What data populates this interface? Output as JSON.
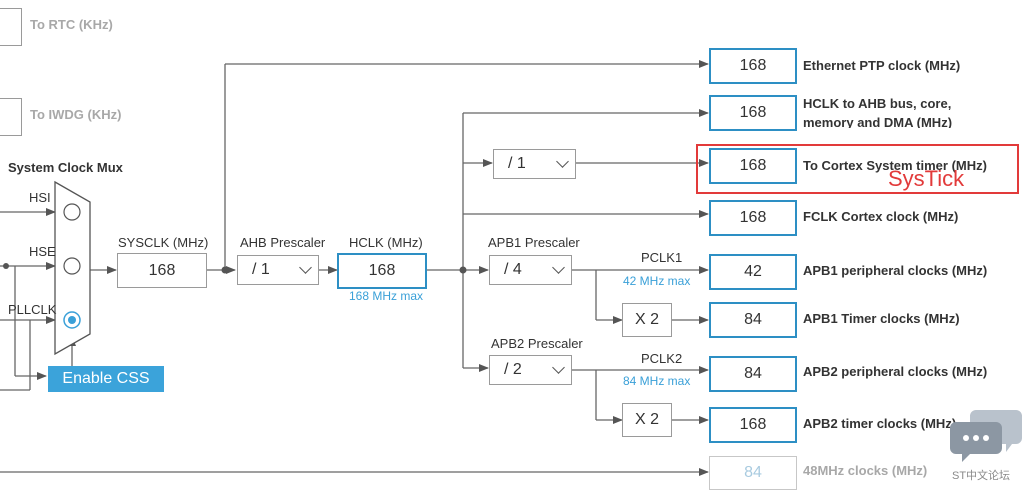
{
  "top_partial": {
    "rtc_label": "To RTC (KHz)",
    "iwdg_label": "To IWDG (KHz)"
  },
  "mux": {
    "title": "System Clock Mux",
    "inputs": [
      "HSI",
      "HSE",
      "PLLCLK"
    ],
    "selected": "PLLCLK",
    "css_button": "Enable CSS"
  },
  "sysclk": {
    "label": "SYSCLK (MHz)",
    "value": "168"
  },
  "ahb": {
    "label": "AHB Prescaler",
    "value": "/ 1"
  },
  "hclk": {
    "label": "HCLK (MHz)",
    "value": "168",
    "note": "168 MHz max"
  },
  "cortex_prescaler": {
    "value": "/ 1"
  },
  "apb1": {
    "label": "APB1 Prescaler",
    "value": "/ 4",
    "pclk_label": "PCLK1",
    "pclk_note": "42 MHz max",
    "multiplier": "X 2"
  },
  "apb2": {
    "label": "APB2 Prescaler",
    "value": "/ 2",
    "pclk_label": "PCLK2",
    "pclk_note": "84 MHz max",
    "multiplier": "X 2"
  },
  "outputs": [
    {
      "value": "168",
      "label": "Ethernet PTP clock (MHz)"
    },
    {
      "value": "168",
      "label_line1": "HCLK to AHB bus, core,",
      "label_line2": "memory and DMA (MHz)"
    },
    {
      "value": "168",
      "label": "To Cortex System timer (MHz)"
    },
    {
      "value": "168",
      "label": "FCLK Cortex clock (MHz)"
    },
    {
      "value": "42",
      "label": "APB1 peripheral clocks (MHz)"
    },
    {
      "value": "84",
      "label": "APB1 Timer clocks (MHz)"
    },
    {
      "value": "84",
      "label": "APB2 peripheral clocks (MHz)"
    },
    {
      "value": "168",
      "label": "APB2 timer clocks (MHz)"
    },
    {
      "value": "84",
      "label": "48MHz clocks (MHz)"
    }
  ],
  "annotation": {
    "text": "SysTick",
    "color": "#e23a3a"
  },
  "watermark": {
    "text": "ST中文论坛"
  },
  "colors": {
    "accent": "#3ba3da",
    "box_border": "#2d8fc4",
    "wire": "#555555"
  }
}
